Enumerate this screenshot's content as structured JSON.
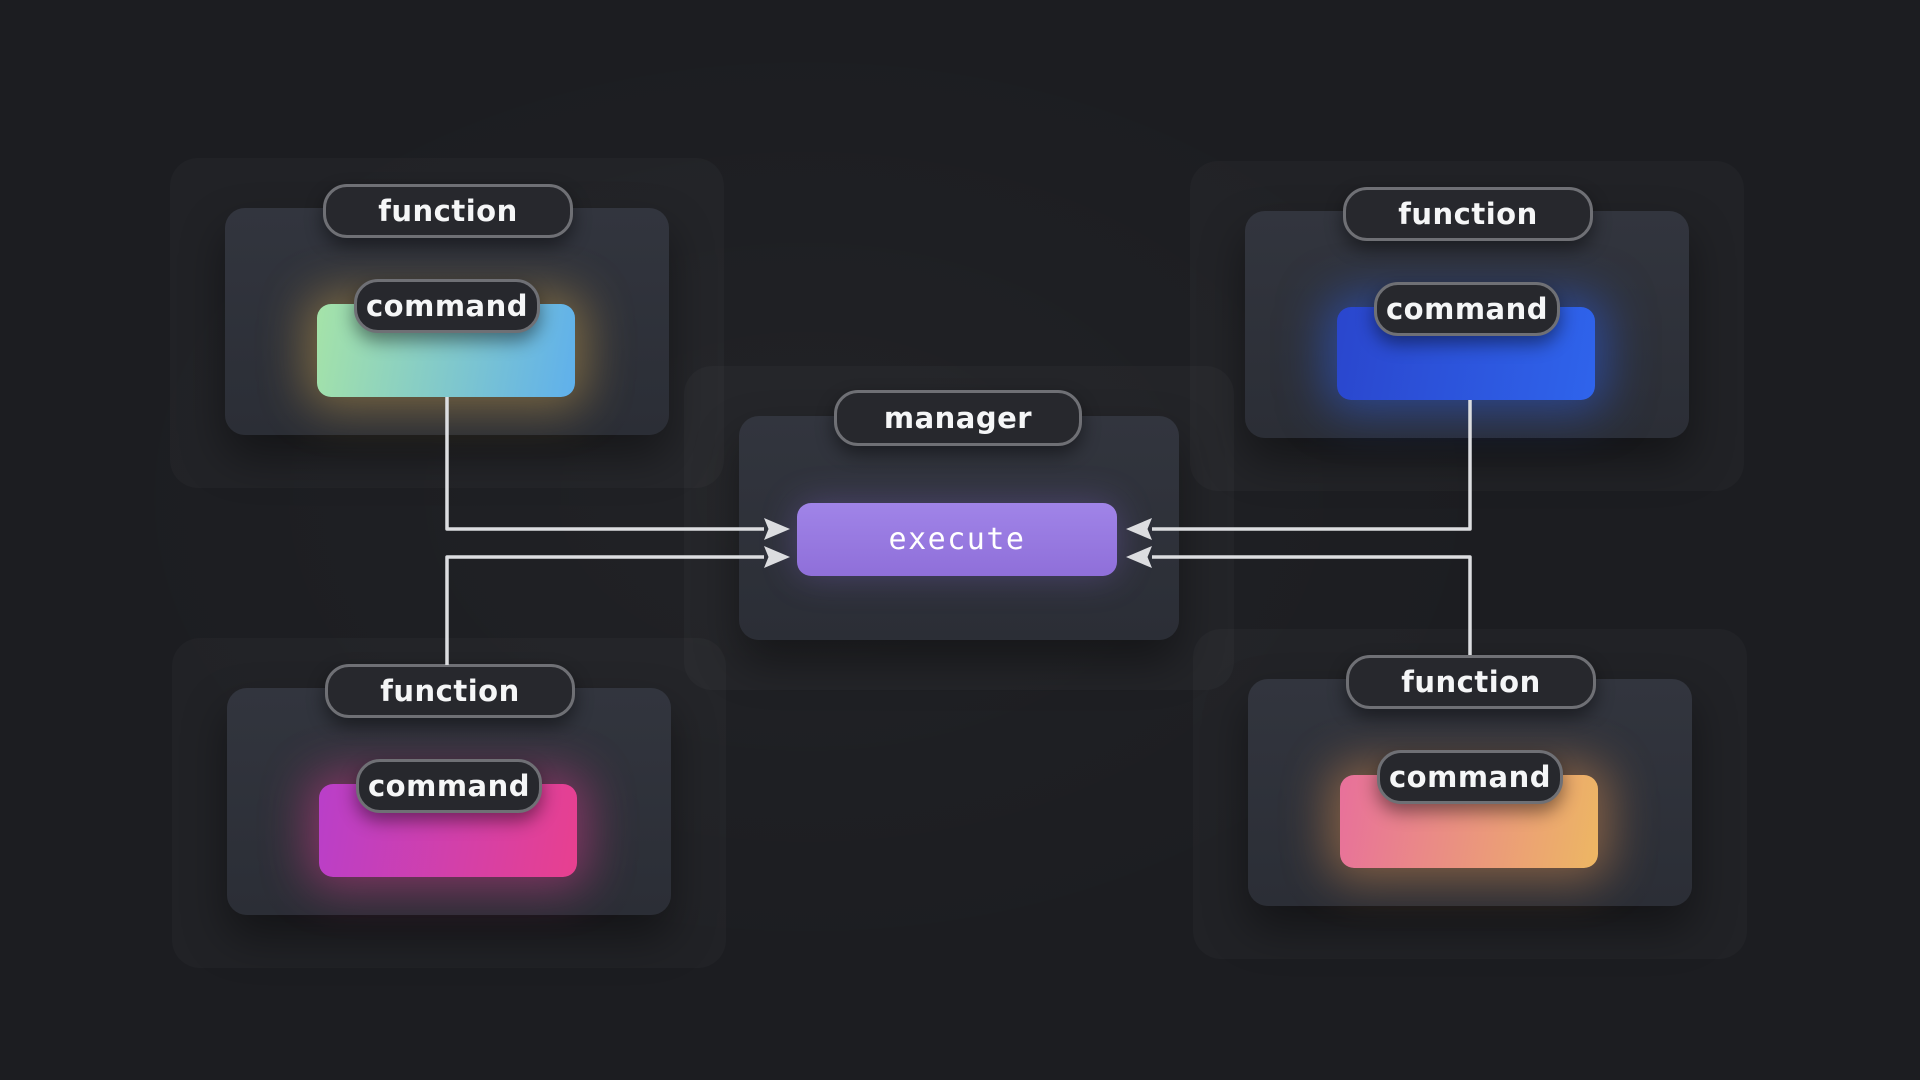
{
  "canvas": {
    "background": "#1c1d21",
    "wire_color": "#dcdde0"
  },
  "groups": [
    {
      "id": "top-left",
      "tag": "function",
      "command_tag": "command",
      "gradient": [
        "#a5e3a8",
        "#5fb0ec"
      ],
      "glow": "rgba(214,170,80,0.45)"
    },
    {
      "id": "top-right",
      "tag": "function",
      "command_tag": "command",
      "gradient": [
        "#2a46cd",
        "#2f64ec"
      ],
      "glow": "rgba(45,95,235,0.50)"
    },
    {
      "id": "bottom-left",
      "tag": "function",
      "command_tag": "command",
      "gradient": [
        "#b93fc9",
        "#e8408f"
      ],
      "glow": "rgba(230,63,150,0.45)"
    },
    {
      "id": "bottom-right",
      "tag": "function",
      "command_tag": "command",
      "gradient": [
        "#e8709b",
        "#edb763"
      ],
      "glow": "rgba(238,152,85,0.45)"
    }
  ],
  "manager": {
    "tag": "manager",
    "execute_label": "execute",
    "button_color_top": "#a084e8",
    "button_color_bottom": "#8f6fd9",
    "button_glow": "rgba(150,116,240,0.30)"
  }
}
